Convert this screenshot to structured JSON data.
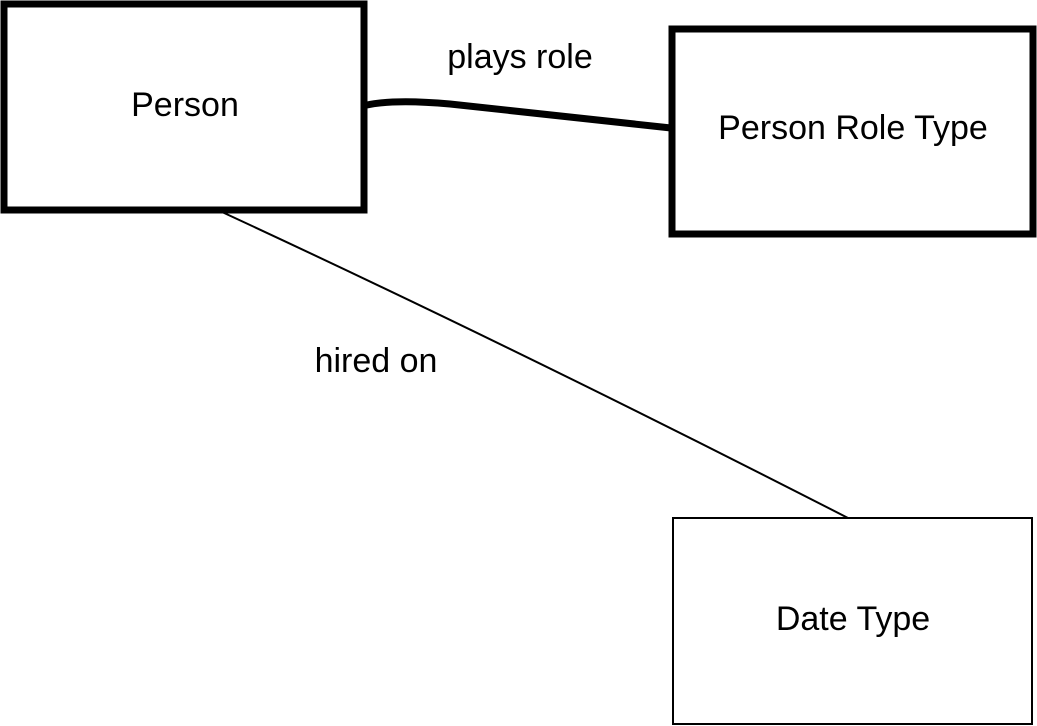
{
  "nodes": {
    "person": {
      "label": "Person"
    },
    "person_role_type": {
      "label": "Person Role Type"
    },
    "date_type": {
      "label": "Date Type"
    }
  },
  "edges": {
    "plays_role": {
      "label": "plays role"
    },
    "hired_on": {
      "label": "hired on"
    }
  },
  "colors": {
    "stroke": "#000000",
    "background": "#ffffff"
  }
}
